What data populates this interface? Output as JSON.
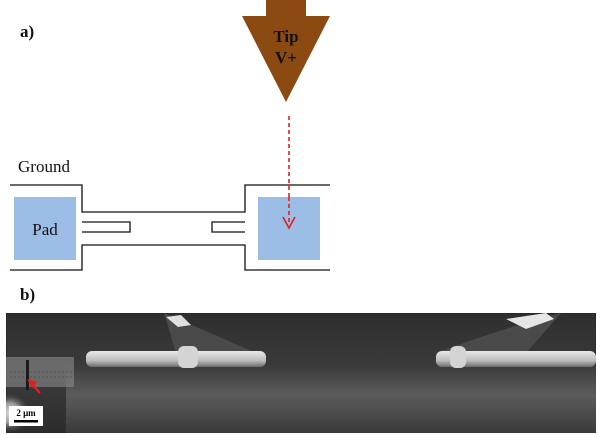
{
  "panel_a": {
    "label": "a)",
    "tip_line1": "Tip",
    "tip_line2": "V+",
    "ground_label": "Ground",
    "pad_label": "Pad"
  },
  "panel_b": {
    "label": "b)",
    "scale_bar": "2 μm"
  },
  "colors": {
    "tip": "#8b4a12",
    "pad": "#9cbde6",
    "arrow": "#e02020",
    "micrograph_bg": "#3a3a3a"
  }
}
